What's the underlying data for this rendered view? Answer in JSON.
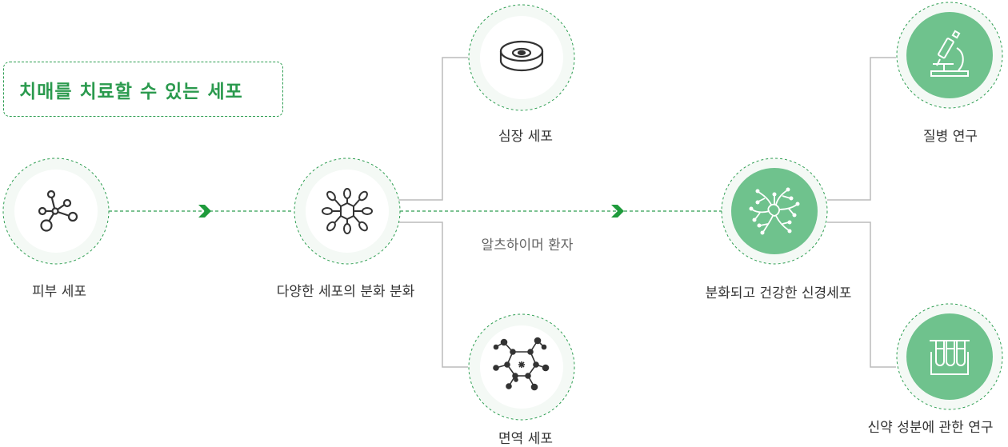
{
  "title": "치매를 치료할 수 있는 세포",
  "colors": {
    "accent": "#2e9e52",
    "arrow": "#1f9b3c",
    "circle_green_fill": "#6fc28d",
    "circle_white_fill": "#ffffff",
    "ring_fill": "#f4f9f5",
    "connector": "#bbbbbb"
  },
  "nodes": {
    "skin": {
      "label": "피부 세포",
      "icon": "molecule-icon"
    },
    "diff": {
      "label": "다양한 세포의 분화 분화",
      "icon": "network-icon"
    },
    "heart": {
      "label": "심장 세포",
      "icon": "petri-dish-icon"
    },
    "immune": {
      "label": "면역 세포",
      "icon": "cell-network-icon"
    },
    "neuron": {
      "label": "분화되고 건강한 신경세포",
      "icon": "neuron-icon"
    },
    "disease": {
      "label": "질병 연구",
      "icon": "microscope-icon"
    },
    "drug": {
      "label": "신약 성분에 관한 연구",
      "icon": "test-tubes-icon"
    }
  },
  "flow_label": "알츠하이머 환자"
}
